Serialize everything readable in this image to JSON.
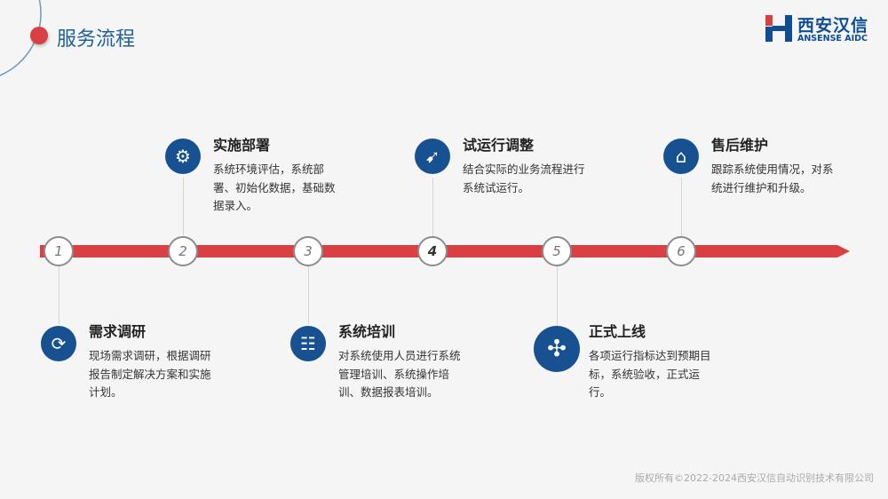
{
  "header": {
    "title": "服务流程"
  },
  "logo": {
    "cn": "西安汉信",
    "en": "ANSENSE AIDC"
  },
  "colors": {
    "accent": "#d94044",
    "brand": "#175192"
  },
  "steps": [
    {
      "num": "1",
      "title": "需求调研",
      "text": "现场需求调研，根据调研报告制定解决方案和实施计划。",
      "icon": "user-refresh-icon"
    },
    {
      "num": "2",
      "title": "实施部署",
      "text": "系统环境评估，系统部署、初始化数据，基础数据录入。",
      "icon": "gear-wrench-icon"
    },
    {
      "num": "3",
      "title": "系统培训",
      "text": "对系统使用人员进行系统管理培训、系统操作培训、数据报表培训。",
      "icon": "presentation-icon"
    },
    {
      "num": "4",
      "title": "试运行调整",
      "text": "结合实际的业务流程进行系统试运行。",
      "icon": "runner-icon"
    },
    {
      "num": "5",
      "title": "正式上线",
      "text": "各项运行指标达到预期目标，系统验收，正式运行。",
      "icon": "team-network-icon"
    },
    {
      "num": "6",
      "title": "售后维护",
      "text": "跟踪系统使用情况，对系统进行维护和升级。",
      "icon": "house-leaf-icon"
    }
  ],
  "footer": {
    "copyright": "版权所有©2022-2024西安汉信自动识别技术有限公司"
  }
}
